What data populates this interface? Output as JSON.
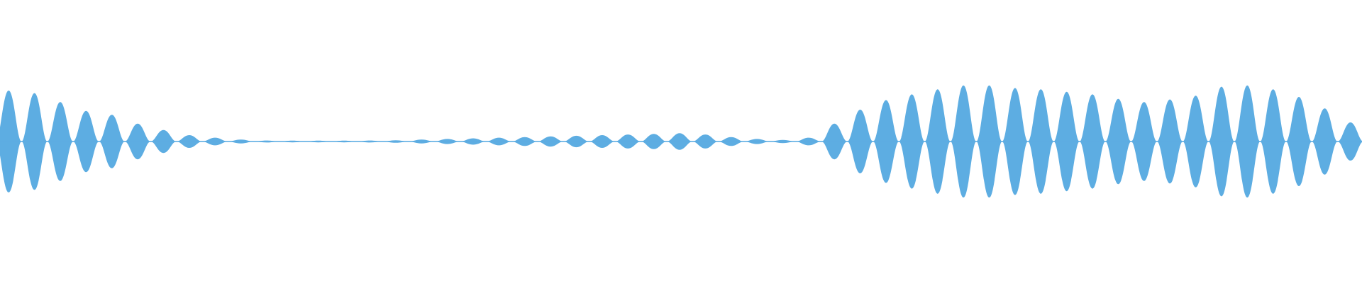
{
  "waveform": {
    "color": "#5dade2",
    "background": "#ffffff",
    "lobes": [
      0.8,
      0.76,
      0.62,
      0.48,
      0.42,
      0.28,
      0.18,
      0.1,
      0.06,
      0.03,
      0.015,
      0.01,
      0.01,
      0.01,
      0.015,
      0.02,
      0.03,
      0.04,
      0.05,
      0.06,
      0.07,
      0.08,
      0.09,
      0.1,
      0.11,
      0.12,
      0.13,
      0.11,
      0.07,
      0.04,
      0.025,
      0.06,
      0.28,
      0.5,
      0.65,
      0.74,
      0.82,
      0.88,
      0.88,
      0.84,
      0.82,
      0.78,
      0.74,
      0.67,
      0.62,
      0.66,
      0.72,
      0.86,
      0.88,
      0.82,
      0.7,
      0.52,
      0.3
    ]
  }
}
